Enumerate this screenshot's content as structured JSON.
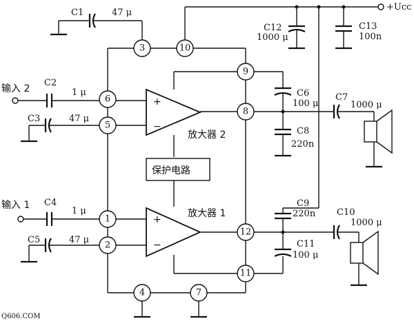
{
  "supply": "+Ucc",
  "inputs": {
    "in2": "输入 2",
    "in1": "输入 1"
  },
  "amps": {
    "amp2": "放大器 2",
    "amp1": "放大器 1"
  },
  "protection": "保护电路",
  "amp_signs": {
    "plus": "+",
    "minus": "−"
  },
  "pins": [
    "1",
    "2",
    "3",
    "4",
    "5",
    "6",
    "7",
    "8",
    "9",
    "10",
    "11",
    "12"
  ],
  "caps": {
    "c1": {
      "name": "C1",
      "value": "47 μ"
    },
    "c2": {
      "name": "C2",
      "value": "1 μ"
    },
    "c3": {
      "name": "C3",
      "value": "47 μ"
    },
    "c4": {
      "name": "C4",
      "value": "1 μ"
    },
    "c5": {
      "name": "C5",
      "value": "47 μ"
    },
    "c6": {
      "name": "C6",
      "value": "100 μ"
    },
    "c7": {
      "name": "C7",
      "value": "1000 μ"
    },
    "c8": {
      "name": "C8",
      "value": "220n"
    },
    "c9": {
      "name": "C9",
      "value": "220n"
    },
    "c10": {
      "name": "C10",
      "value": "1000 μ"
    },
    "c11": {
      "name": "C11",
      "value": "100 μ"
    },
    "c12": {
      "name": "C12",
      "value": "1000 μ"
    },
    "c13": {
      "name": "C13",
      "value": "100n"
    }
  },
  "watermark": "Q606.COM"
}
